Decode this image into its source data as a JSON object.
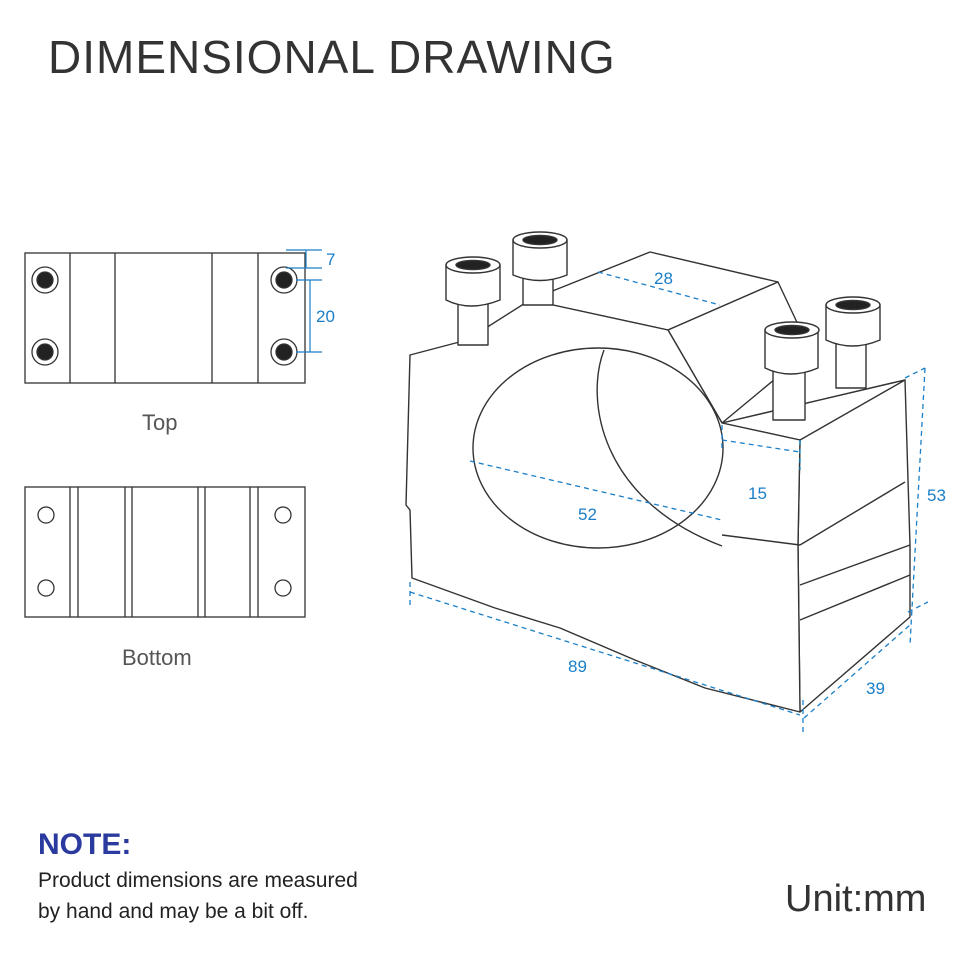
{
  "title": "DIMENSIONAL DRAWING",
  "views": {
    "top_label": "Top",
    "bottom_label": "Bottom"
  },
  "dimensions": {
    "top_edge_offset": "7",
    "hole_spacing": "20",
    "top_width": "28",
    "bore_diameter": "52",
    "step_height": "15",
    "height": "53",
    "length": "89",
    "depth": "39"
  },
  "note": {
    "heading": "NOTE:",
    "line1": "Product dimensions are measured",
    "line2": "by hand and may be a bit off."
  },
  "unit": "Unit:mm",
  "colors": {
    "dimension": "#1a7fc8",
    "note_heading": "#2b3a9e",
    "outline": "#333333"
  }
}
